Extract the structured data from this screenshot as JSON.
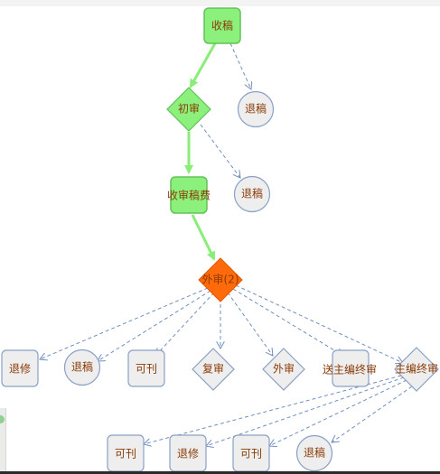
{
  "nodes": {
    "shougao": {
      "label": "收稿"
    },
    "tuigao1": {
      "label": "退稿"
    },
    "chushen": {
      "label": "初审"
    },
    "tuigao2": {
      "label": "退稿"
    },
    "shoushengaofei": {
      "label": "收审稿费"
    },
    "waishen2": {
      "label": "外审(2)"
    },
    "tuixiu1": {
      "label": "退修"
    },
    "tuigao3": {
      "label": "退稿"
    },
    "kekan1": {
      "label": "可刊"
    },
    "fushen": {
      "label": "复审"
    },
    "waishen": {
      "label": "外审"
    },
    "songzhubian": {
      "label": "送主编终审"
    },
    "zhubian": {
      "label": "主编终审"
    },
    "kekan2": {
      "label": "可刊"
    },
    "tuixiu2": {
      "label": "退修"
    },
    "kekan3": {
      "label": "可刊"
    },
    "tuigao4": {
      "label": "退稿"
    }
  },
  "colors": {
    "green_fill": "#8cf07c",
    "green_border": "#63c15a",
    "orange_fill": "#ff6a0a",
    "gray_fill": "#eeeeee",
    "node_border": "#8aa0c4",
    "dashed_edge": "#6f8fbf",
    "main_edge": "#88ee77",
    "label_color": "#8a3b06"
  }
}
